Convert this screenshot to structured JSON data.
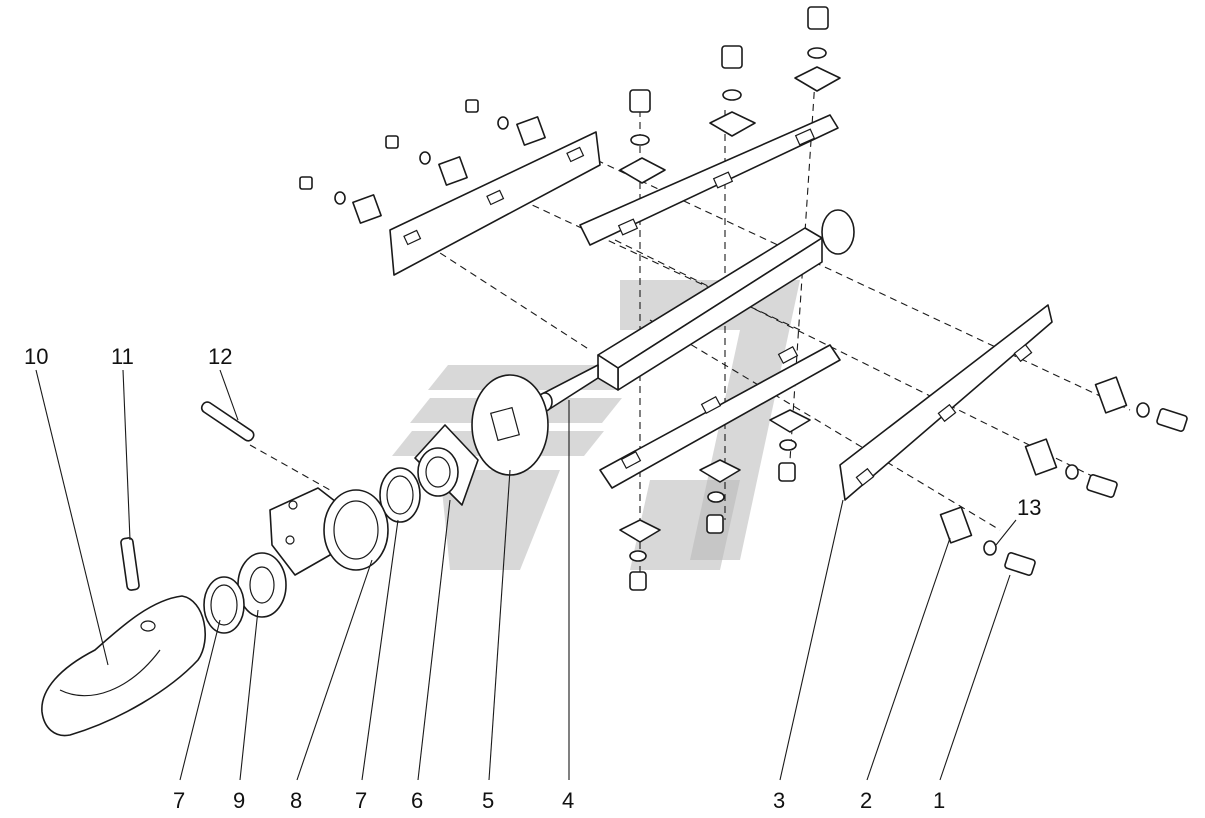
{
  "callouts": [
    "10",
    "11",
    "12",
    "13",
    "7",
    "9",
    "8",
    "7",
    "6",
    "5",
    "4",
    "3",
    "2",
    "1"
  ]
}
